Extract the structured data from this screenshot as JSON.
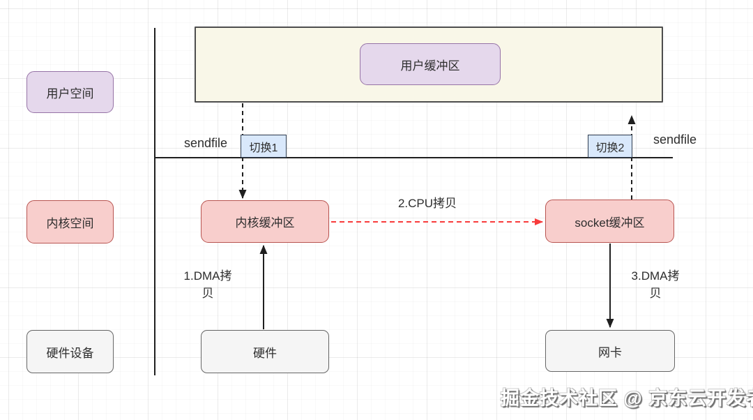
{
  "lanes": {
    "user_space": "用户空间",
    "kernel_space": "内核空间",
    "hardware": "硬件设备"
  },
  "nodes": {
    "user_buffer": "用户缓冲区",
    "kernel_buffer": "内核缓冲区",
    "socket_buffer": "socket缓冲区",
    "hardware_device": "硬件",
    "nic": "网卡"
  },
  "labels": {
    "sendfile_left": "sendfile",
    "sendfile_right": "sendfile",
    "switch_1": "切换1",
    "switch_2": "切换2",
    "copy_dma_1": "1.DMA拷贝",
    "copy_cpu_2": "2.CPU拷贝",
    "copy_dma_3": "3.DMA拷贝"
  },
  "watermark": "掘金技术社区 @ 京东云开发者",
  "colors": {
    "purple_fill": "#e5d8ec",
    "purple_border": "#9673a6",
    "pink_fill": "#f8cecc",
    "pink_border": "#b85450",
    "blue_fill": "#d9e8fb",
    "blue_border": "#2e3b4e",
    "cream_fill": "#f9f7e8",
    "cream_border": "#4d4d4d",
    "gray_fill": "#f5f5f5",
    "gray_border": "#666666",
    "arrow_red": "#f83b3b",
    "line_black": "#1f1f1f"
  }
}
